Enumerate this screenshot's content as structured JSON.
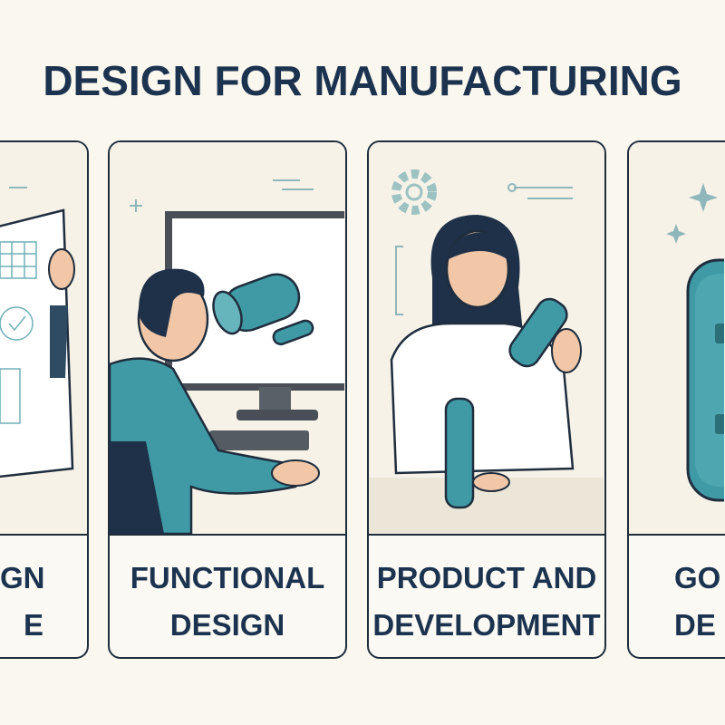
{
  "title": "DESIGN FOR MANUFACTURING",
  "colors": {
    "background": "#faf7ef",
    "text": "#1c3350",
    "accent": "#3f9aa6",
    "outline": "#1f2d3d"
  },
  "panels": [
    {
      "label_line1": "GN",
      "label_line2": "E",
      "illustration": "person-holding-blueprint"
    },
    {
      "label_line1": "FUNCTIONAL",
      "label_line2": "DESIGN",
      "illustration": "man-at-computer-cad"
    },
    {
      "label_line1": "PRODUCT AND",
      "label_line2": "DEVELOPMENT",
      "illustration": "scientist-inspecting-bottle"
    },
    {
      "label_line1": "GO",
      "label_line2": "DE",
      "illustration": "cylinder-product"
    }
  ]
}
